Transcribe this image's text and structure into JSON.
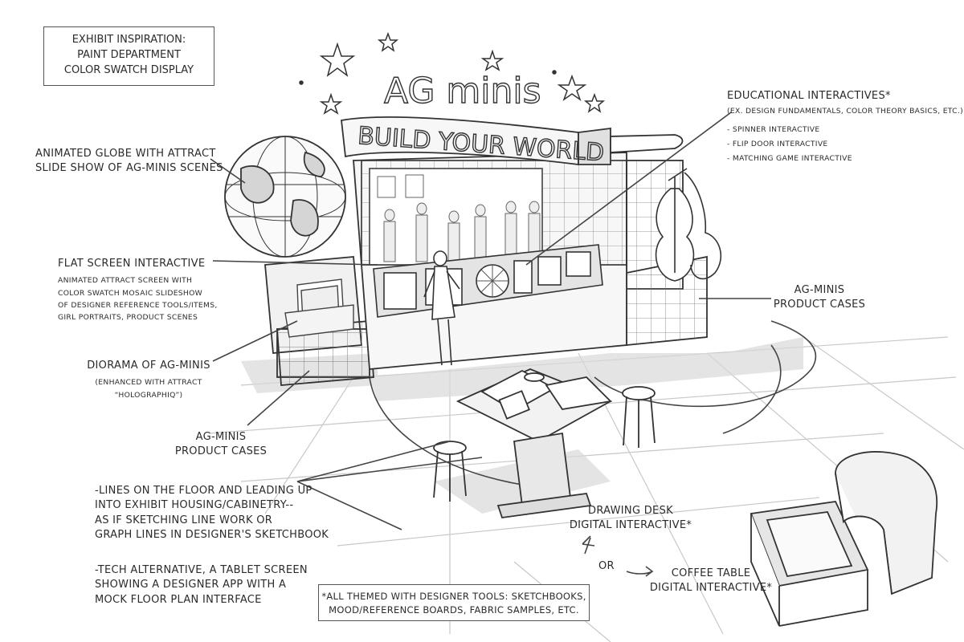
{
  "inspiration_box": {
    "lines": [
      "EXHIBIT INSPIRATION:",
      "PAINT DEPARTMENT",
      "COLOR SWATCH DISPLAY"
    ]
  },
  "sign": {
    "logo": "AG minis",
    "banner": "BUILD YOUR WORLD"
  },
  "labels": {
    "globe": {
      "lines": [
        "ANIMATED GLOBE WITH ATTRACT",
        "SLIDE SHOW OF AG-MINIS SCENES"
      ]
    },
    "flat_screen": {
      "title": "FLAT SCREEN INTERACTIVE",
      "detail": [
        "ANIMATED ATTRACT SCREEN WITH",
        "COLOR SWATCH MOSAIC SLIDESHOW",
        "OF DESIGNER REFERENCE TOOLS/ITEMS,",
        "GIRL PORTRAITS, PRODUCT SCENES"
      ]
    },
    "diorama": {
      "title": "DIORAMA OF AG-MINIS",
      "detail": "(ENHANCED WITH ATTRACT “HOLOGRAPHIQ”)"
    },
    "product_cases_left": {
      "lines": [
        "AG-MINIS",
        "PRODUCT CASES"
      ]
    },
    "product_cases_right": {
      "lines": [
        "AG-MINIS",
        "PRODUCT CASES"
      ]
    },
    "educational": {
      "title": "EDUCATIONAL INTERACTIVES*",
      "detail": "(EX. DESIGN FUNDAMENTALS, COLOR THEORY BASICS, ETC.)",
      "items": [
        "- SPINNER INTERACTIVE",
        "- FLIP DOOR INTERACTIVE",
        "- MATCHING GAME INTERACTIVE"
      ]
    },
    "floor_lines": {
      "lines": [
        "-LINES ON THE FLOOR AND LEADING UP",
        "INTO EXHIBIT HOUSING/CABINETRY--",
        "AS IF SKETCHING LINE WORK OR",
        "GRAPH LINES IN DESIGNER'S SKETCHBOOK"
      ]
    },
    "tech_alt": {
      "lines": [
        "-TECH ALTERNATIVE, A TABLET SCREEN",
        "SHOWING A DESIGNER APP WITH A",
        "MOCK FLOOR PLAN INTERFACE"
      ]
    },
    "drawing_desk": {
      "lines": [
        "DRAWING DESK",
        "DIGITAL INTERACTIVE*"
      ]
    },
    "or": "OR",
    "coffee_table": {
      "lines": [
        "COFFEE TABLE",
        "DIGITAL INTERACTIVE*"
      ]
    }
  },
  "footnote_box": {
    "lines": [
      "*ALL THEMED WITH DESIGNER TOOLS: SKETCHBOOKS,",
      "MOOD/REFERENCE BOARDS, FABRIC SAMPLES, ETC."
    ]
  }
}
